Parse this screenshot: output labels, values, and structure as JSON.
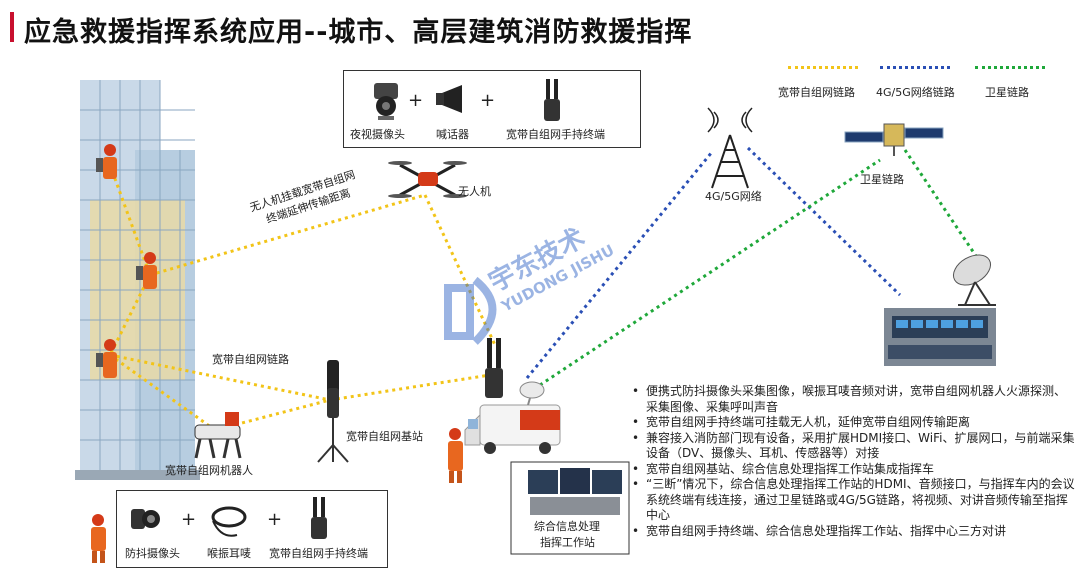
{
  "title": "应急救援指挥系统应用--城市、高层建筑消防救援指挥",
  "legend": [
    {
      "label": "宽带自组网链路",
      "color": "#f2c418"
    },
    {
      "label": "4G/5G网络链路",
      "color": "#2a4fb5"
    },
    {
      "label": "卫星链路",
      "color": "#1fa83a"
    }
  ],
  "top_box": {
    "items": [
      {
        "label": "夜视摄像头",
        "icon": "night-camera-icon"
      },
      {
        "label": "喊话器",
        "icon": "megaphone-icon"
      },
      {
        "label": "宽带自组网手持终端",
        "icon": "handheld-terminal-icon"
      }
    ],
    "plus": "+"
  },
  "bottom_box": {
    "items": [
      {
        "label": "防抖摄像头",
        "icon": "stabilized-camera-icon"
      },
      {
        "label": "喉振耳唛",
        "icon": "throat-earpiece-icon"
      },
      {
        "label": "宽带自组网手持终端",
        "icon": "handheld-terminal-icon"
      }
    ],
    "plus": "+"
  },
  "labels": {
    "drone": "无人机",
    "drone_note_line1": "无人机挂载宽带自组网",
    "drone_note_line2": "终端延伸传输距离",
    "tower": "4G/5G网络",
    "satellite": "卫星链路",
    "adhoc_link": "宽带自组网链路",
    "base_station": "宽带自组网基站",
    "robot": "宽带自组网机器人",
    "workstation_line1": "综合信息处理",
    "workstation_line2": "指挥工作站"
  },
  "watermark": {
    "cn": "宇东技术",
    "en": "YUDONG JISHU"
  },
  "bullets": [
    "便携式防抖摄像头采集图像，喉振耳唛音频对讲，宽带自组网机器人火源探测、采集图像、采集呼叫声音",
    "宽带自组网手持终端可挂载无人机，延伸宽带自组网传输距离",
    "兼容接入消防部门现有设备，采用扩展HDMI接口、WiFi、扩展网口，与前端采集设备（DV、摄像头、耳机、传感器等）对接",
    "宽带自组网基站、综合信息处理指挥工作站集成指挥车",
    "“三断”情况下，综合信息处理指挥工作站的HDMI、音频接口，与指挥车内的会议系统终端有线连接，通过卫星链路或4G/5G链路，将视频、对讲音频传输至指挥中心",
    "宽带自组网手持终端、综合信息处理指挥工作站、指挥中心三方对讲"
  ]
}
